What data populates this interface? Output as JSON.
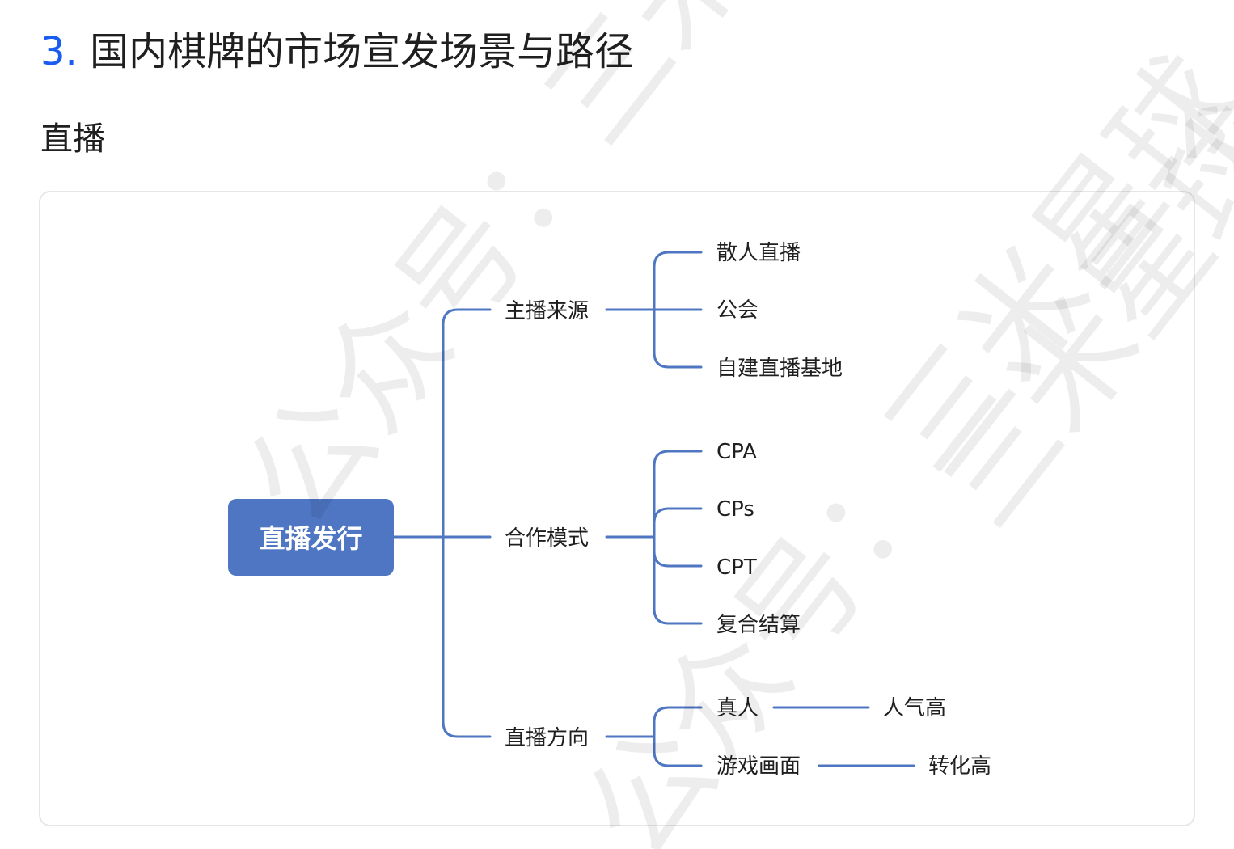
{
  "heading": {
    "number": "3.",
    "text": "国内棋牌的市场宣发场景与路径"
  },
  "subheading": "直播",
  "mindmap": {
    "root": "直播发行",
    "branches": [
      {
        "label": "主播来源",
        "children": [
          {
            "label": "散人直播"
          },
          {
            "label": "公会"
          },
          {
            "label": "自建直播基地"
          }
        ]
      },
      {
        "label": "合作模式",
        "children": [
          {
            "label": "CPA"
          },
          {
            "label": "CPs"
          },
          {
            "label": "CPT"
          },
          {
            "label": "复合结算"
          }
        ]
      },
      {
        "label": "直播方向",
        "children": [
          {
            "label": "真人",
            "result": "人气高"
          },
          {
            "label": "游戏画面",
            "result": "转化高"
          }
        ]
      }
    ]
  },
  "watermarks": [
    "公众号：三米星球",
    "公众号：三米星球",
    "三米星球"
  ],
  "colors": {
    "accent_number": "#1a5cf0",
    "node_fill": "#4f76c2",
    "connector": "#4f76c2",
    "text": "#1f1f1f"
  }
}
